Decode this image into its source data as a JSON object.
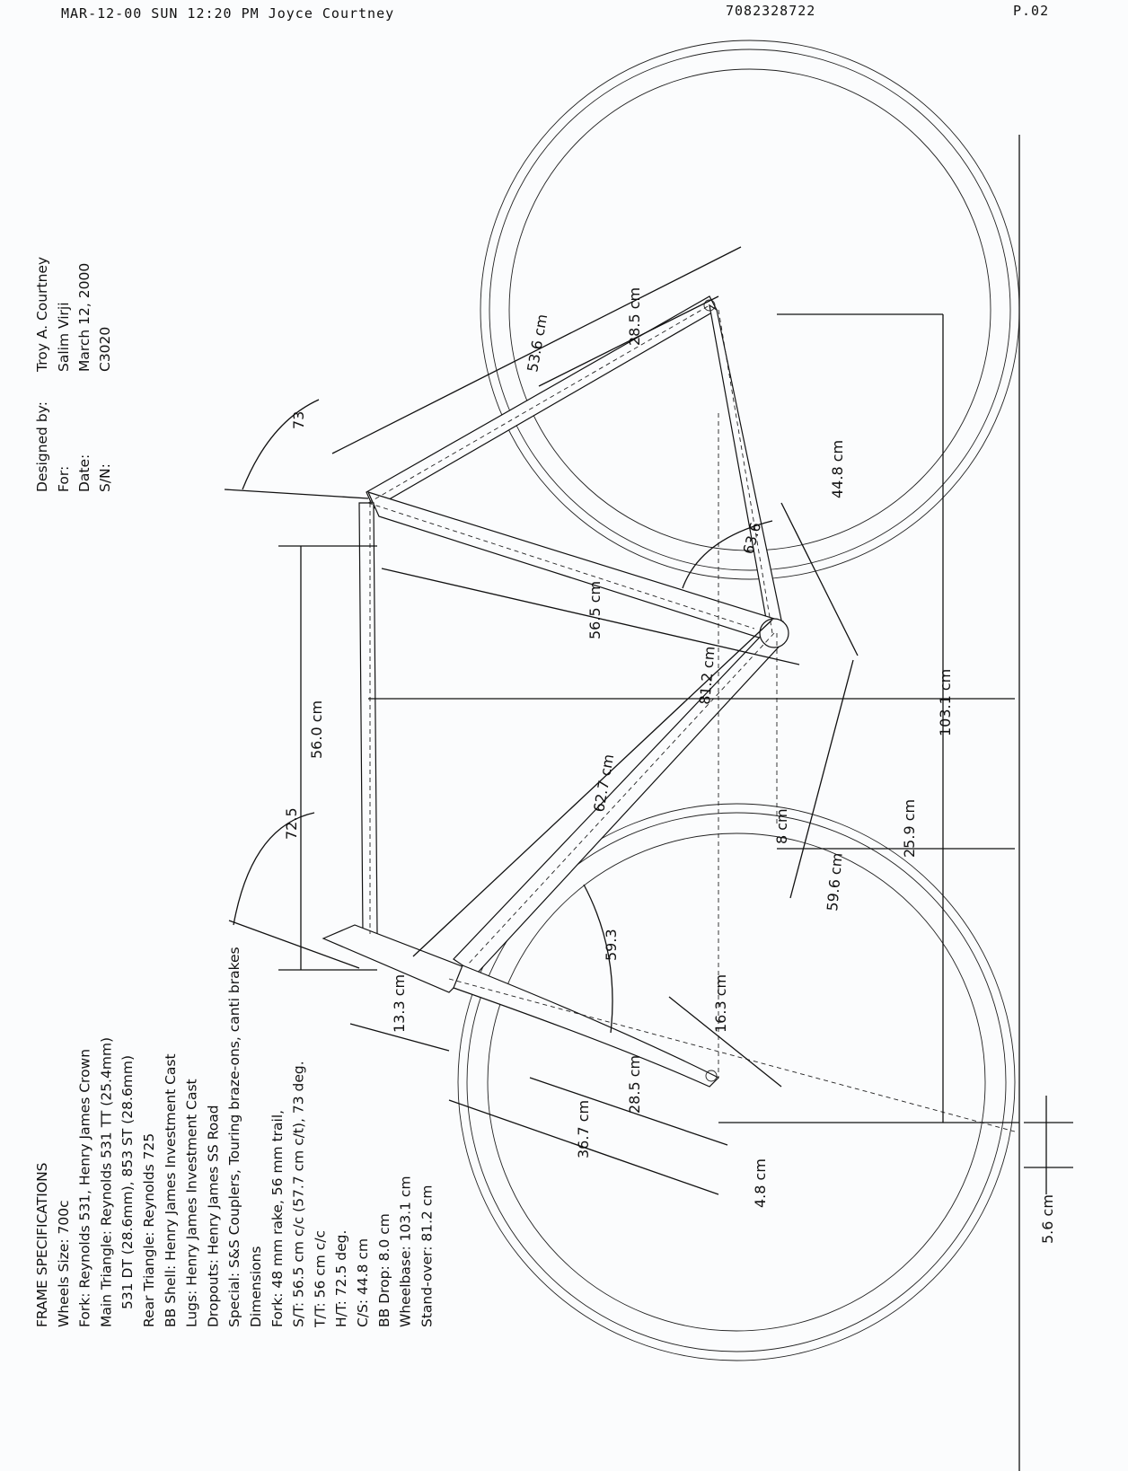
{
  "fax_header": {
    "datetime_sender": "MAR-12-00 SUN 12:20 PM Joyce Courtney",
    "phone": "7082328722",
    "page": "P.02"
  },
  "title_block": {
    "labels": [
      "Designed by:",
      "For:",
      "Date:",
      "S/N:"
    ],
    "values": [
      "Troy A. Courtney",
      "Salim Virji",
      "March 12, 2000",
      "C3020"
    ]
  },
  "specs": {
    "lines": [
      "FRAME SPECIFICATIONS",
      "Wheels Size: 700c",
      "Fork: Reynolds 531, Henry James Crown",
      "Main Triangle: Reynolds 531 TT (25.4mm)",
      "531 DT (28.6mm), 853 ST (28.6mm)",
      "Rear Triangle: Reynolds 725",
      "BB Shell: Henry James Investment Cast",
      "Lugs: Henry James Investment Cast",
      "Dropouts: Henry James SS Road",
      "Special: S&S Couplers, Touring braze-ons, canti brakes",
      "Dimensions",
      "Fork: 48 mm rake, 56 mm trail,",
      "S/T: 56.5 cm c/c (57.7 cm c/t), 73 deg.",
      "T/T: 56 cm c/c",
      "H/T: 72.5 deg.",
      "C/S: 44.8 cm",
      "BB Drop: 8.0 cm",
      "Wheelbase: 103.1 cm",
      "Stand-over: 81.2 cm"
    ]
  },
  "dimensions": {
    "seat_angle": "73",
    "seat_stay": "53.6 cm",
    "rear_center_upper": "28.5 cm",
    "chainstay": "44.8 cm",
    "rear_angle": "63.6",
    "seat_tube": "56.5 cm",
    "standover": "81.2 cm",
    "top_tube": "56.0 cm",
    "wheelbase": "103.1 cm",
    "down_tube": "62.7 cm",
    "head_angle": "72.5",
    "bb_drop": "8 cm",
    "bb_to_front": "25.9 cm",
    "front_center": "59.6 cm",
    "fork_angle": "59.3",
    "head_tube": "13.3 cm",
    "fork_blade": "16.3 cm",
    "fork_length_inner": "28.5 cm",
    "fork_length_outer": "36.7 cm",
    "rake": "4.8 cm",
    "trail": "5.6 cm"
  }
}
